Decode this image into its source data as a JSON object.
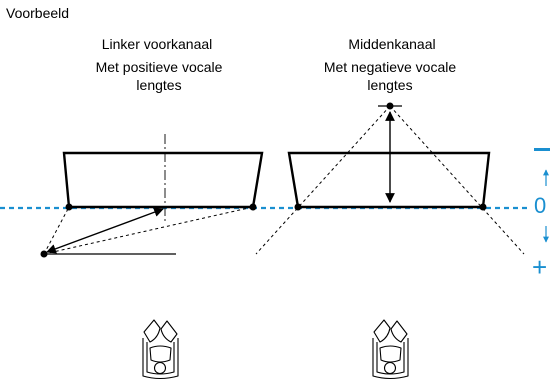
{
  "heading": "Voorbeeld",
  "left_panel": {
    "title": "Linker voorkanaal",
    "subtitle_line1": "Met positieve vocale",
    "subtitle_line2": "lengtes"
  },
  "center_panel": {
    "title": "Middenkanaal",
    "subtitle_line1": "Met negatieve vocale",
    "subtitle_line2": "lengtes"
  },
  "scale": {
    "minus_label": "−",
    "zero_label": "0",
    "plus_label": "+"
  },
  "colors": {
    "reference_line": "#1a8fd0",
    "lines": "#000000"
  },
  "icons": [
    "listener-icon",
    "listener-icon"
  ]
}
